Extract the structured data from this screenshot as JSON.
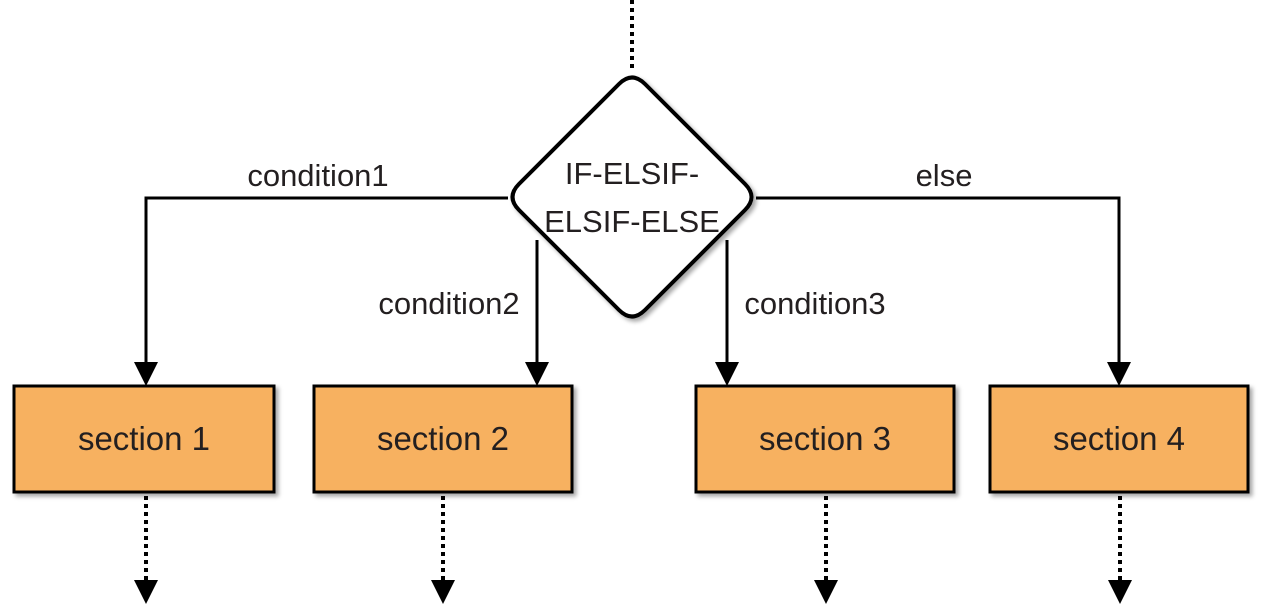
{
  "decision": {
    "line1": "IF-ELSIF-",
    "line2": "ELSIF-ELSE"
  },
  "branches": [
    {
      "condition": "condition1",
      "section": "section 1"
    },
    {
      "condition": "condition2",
      "section": "section 2"
    },
    {
      "condition": "condition3",
      "section": "section 3"
    },
    {
      "condition": "else",
      "section": "section 4"
    }
  ],
  "colors": {
    "box_fill": "#f7b160",
    "line": "#000000",
    "text": "#231f20"
  }
}
